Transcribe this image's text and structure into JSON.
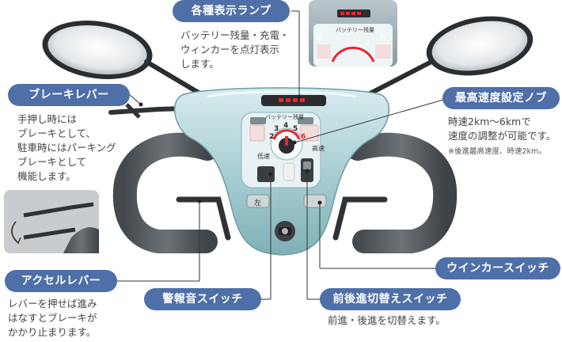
{
  "callouts": {
    "indicator_lamps": {
      "label": "各種表示ランプ",
      "desc": [
        "バッテリー残量・充電・",
        "ウィンカーを点灯表示",
        "します。"
      ]
    },
    "brake_lever": {
      "label": "ブレーキレバー",
      "desc": [
        "手押し時には",
        "ブレーキとして、",
        "駐車時にはパーキング",
        "ブレーキとして",
        "機能します。"
      ]
    },
    "speed_knob": {
      "label": "最高速度設定ノブ",
      "desc": [
        "時速2km〜6kmで",
        "速度の調整が可能です。"
      ],
      "note": "※後進最高速度、時速2km。"
    },
    "accel_lever": {
      "label": "アクセルレバー",
      "desc": [
        "レバーを押せば進み",
        "はなすとブレーキが",
        "かかり止まります。"
      ]
    },
    "horn_switch": {
      "label": "警報音スイッチ"
    },
    "winker_switch": {
      "label": "ウインカースイッチ"
    },
    "direction_switch": {
      "label": "前後進切替えスイッチ",
      "desc": [
        "前進・後進を切替えます。"
      ]
    }
  },
  "panel": {
    "left_arrow": "左",
    "right_arrow": "右",
    "battery": "バッテリー残量",
    "dial_numbers": [
      "2",
      "3",
      "4",
      "5",
      "6"
    ],
    "low_speed": "低速",
    "high_speed": "高速",
    "winker_left": "左"
  },
  "colors": {
    "label_bg": "#4f6fa8",
    "body": "#a9cfd3",
    "grip": "#5f6468",
    "lamp": "#e8262b"
  }
}
